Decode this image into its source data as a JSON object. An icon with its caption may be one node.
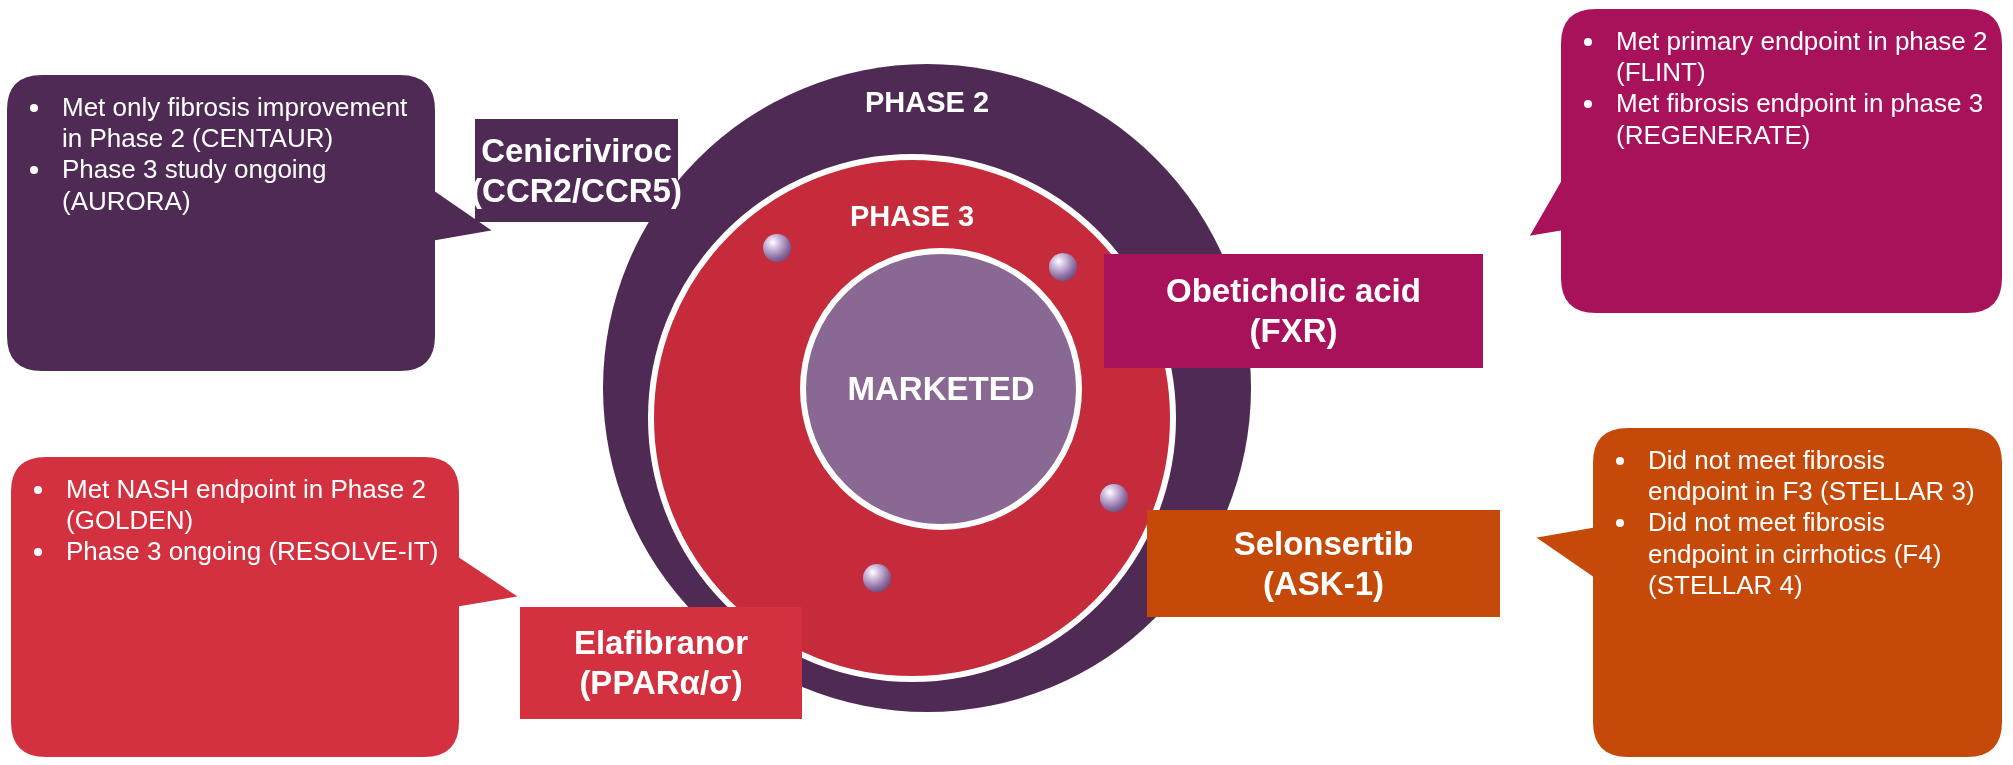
{
  "diagram": {
    "nodes": [
      {
        "text": [
          "Met only fibrosis improvement in Phase 2 (CENTAUR)",
          "Phase 3 study ongoing (AURORA)"
        ]
      },
      {
        "text": [
          "PHASE 2"
        ]
      },
      {
        "text": [
          "PHASE 3"
        ],
        "in": 1
      },
      {
        "text": [
          "MARKETED"
        ],
        "in": 2
      },
      {
        "text": [
          "Cenicriviroc",
          "(CCR2/CCR5)"
        ]
      },
      {
        "text": [
          "Met primary endpoint in phase 2 (FLINT)",
          "Met fibrosis endpoint in phase 3 (REGENERATE)"
        ]
      },
      {
        "text": [
          "Obeticholic acid",
          "(FXR)"
        ]
      },
      {
        "text": [
          "Met NASH endpoint in Phase 2 (GOLDEN)",
          "Phase 3 ongoing (RESOLVE-IT)"
        ]
      },
      {
        "text": [
          "Selonsertib",
          "(ASK-1)"
        ]
      },
      {
        "text": [
          "Elafibranor",
          "(PPARα/σ)"
        ]
      },
      {
        "text": [
          "Did not meet fibrosis endpoint in F3 (STELLAR 3)",
          "Did not meet fibrosis endpoint in cirrhotics (F4) (STELLAR 4)"
        ]
      }
    ],
    "edges": []
  }
}
